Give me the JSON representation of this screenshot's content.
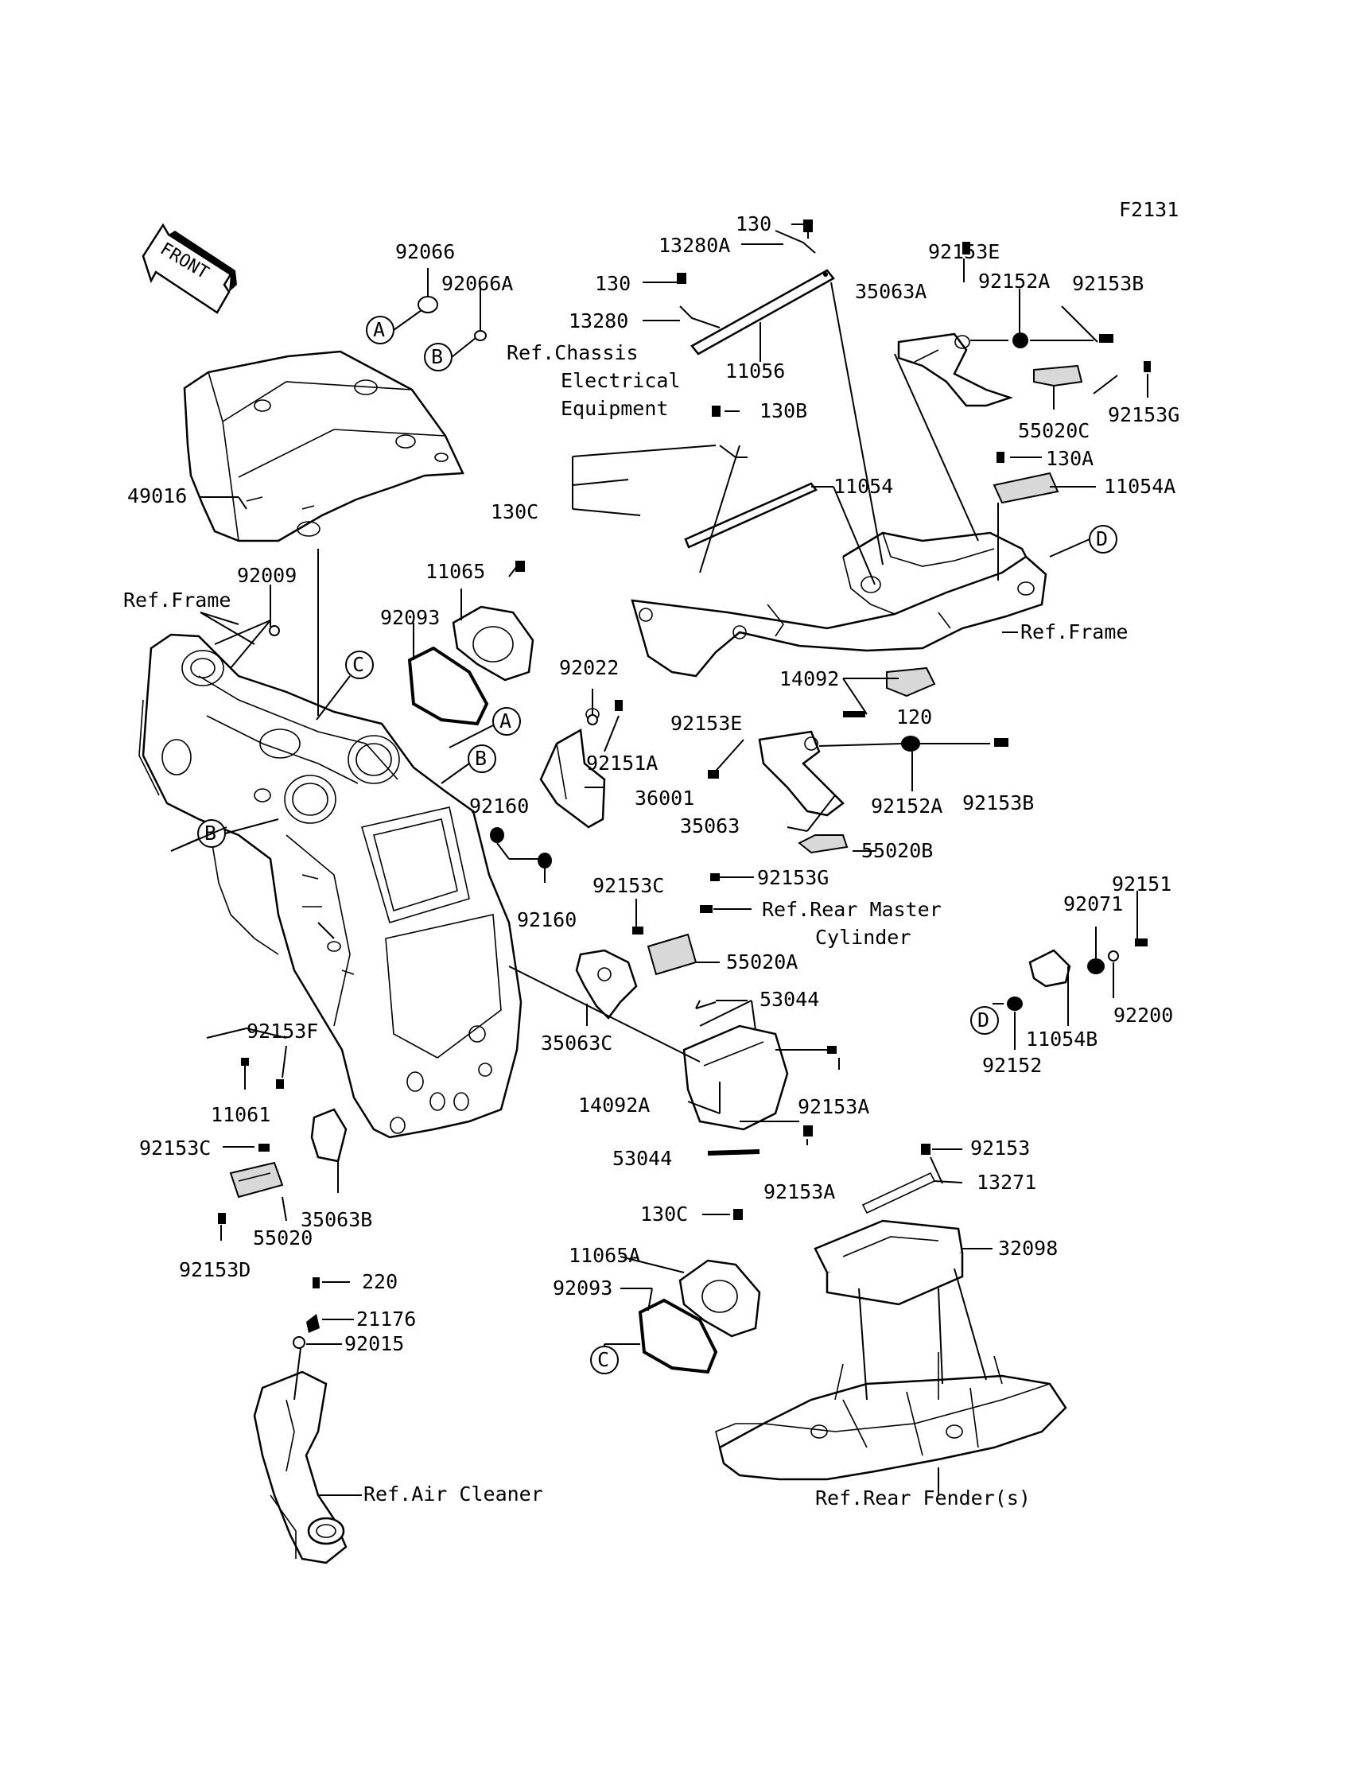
{
  "figure_code": "F2131",
  "front_arrow": "FRONT",
  "circle_refs": {
    "A": "A",
    "B": "B",
    "C": "C",
    "D": "D"
  },
  "labels": {
    "p130_top": "130",
    "p13280A": "13280A",
    "p130_mid": "130",
    "p13280": "13280",
    "p11056": "11056",
    "p130B": "130B",
    "p11054": "11054",
    "p130A": "130A",
    "p11054A": "11054A",
    "p92153E_top": "92153E",
    "p92152A_top": "92152A",
    "p92153B_top": "92153B",
    "p35063A": "35063A",
    "p92153G_top": "92153G",
    "p55020C": "55020C",
    "p92066": "92066",
    "p92066A": "92066A",
    "p49016": "49016",
    "p92009": "92009",
    "p130C_top": "130C",
    "p11065": "11065",
    "p92093_top": "92093",
    "p92022": "92022",
    "p92151A": "92151A",
    "p14092": "14092",
    "p120": "120",
    "p92153E_mid": "92153E",
    "p92152A_mid": "92152A",
    "p92153B_mid": "92153B",
    "p36001": "36001",
    "p92160_a": "92160",
    "p92160_b": "92160",
    "p35063": "35063",
    "p55020B": "55020B",
    "p92153G_mid": "92153G",
    "p92153C_mid": "92153C",
    "p55020A": "55020A",
    "p35063C": "35063C",
    "p53044_top": "53044",
    "p14092A": "14092A",
    "p92153A_a": "92153A",
    "p92153A_b": "92153A",
    "p53044_bot": "53044",
    "p92151": "92151",
    "p92071": "92071",
    "p92200": "92200",
    "p11054B": "11054B",
    "p92152": "92152",
    "p92153F": "92153F",
    "p11061": "11061",
    "p92153C_left": "92153C",
    "p35063B": "35063B",
    "p55020": "55020",
    "p92153D": "92153D",
    "p92153_bot": "92153",
    "p13271": "13271",
    "p32098": "32098",
    "p130C_bot": "130C",
    "p11065A": "11065A",
    "p92093_bot": "92093",
    "p220": "220",
    "p21176": "21176",
    "p92015": "92015"
  },
  "refs": {
    "chassis_line1": "Ref.Chassis",
    "chassis_line2": "Electrical",
    "chassis_line3": "Equipment",
    "frame_left": "Ref.Frame",
    "frame_right": "Ref.Frame",
    "rear_master_line1": "Ref.Rear Master",
    "rear_master_line2": "Cylinder",
    "air_cleaner": "Ref.Air Cleaner",
    "rear_fender": "Ref.Rear Fender(s)"
  }
}
